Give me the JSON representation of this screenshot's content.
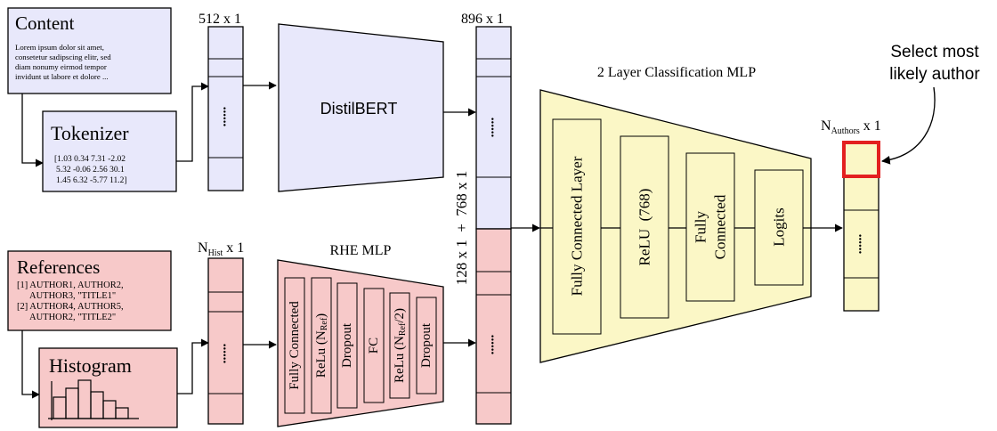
{
  "colors": {
    "blue_fill": "#e8e8fb",
    "red_fill": "#f7c9c9",
    "yellow_fill": "#fbf7c6",
    "highlight": "#e32020",
    "stroke": "#000000"
  },
  "content_box": {
    "title": "Content",
    "lines": [
      "Lorem ipsum dolor sit amet,",
      "consetetur sadipscing elitr, sed",
      "diam nonumy eirmod tempor",
      "invidunt ut labore et dolore ..."
    ]
  },
  "tokenizer_box": {
    "title": "Tokenizer",
    "lines": [
      "[1.03 0.34 7.31 -2.02",
      "5.32 -0.06 2.56 30.1",
      "1.45 6.32 -5.77 11.2]"
    ]
  },
  "references_box": {
    "title": "References",
    "lines": [
      "[1] AUTHOR1, AUTHOR2,",
      "AUTHOR3, \"TITLE1\"",
      "[2] AUTHOR4, AUTHOR5,",
      "AUTHOR2, \"TITLE2\""
    ]
  },
  "histogram_box": {
    "title": "Histogram"
  },
  "vector_labels": {
    "token_vector": "512 x 1",
    "concat_vector": "896 x 1",
    "concat_side": "128 x 1  +  768 x 1",
    "hist_vector_main": "N",
    "hist_vector_sub": "Hist",
    "hist_vector_tail": " x 1",
    "output_vector_main": "N",
    "output_vector_sub": "Authors",
    "output_vector_tail": " x 1",
    "ellipsis": "......"
  },
  "distilbert": {
    "label": "DistilBERT"
  },
  "rhe_mlp": {
    "title": "RHE MLP",
    "layers": [
      {
        "main": "Fully Connected",
        "sub": "",
        "tail": ""
      },
      {
        "main": "ReLu (N",
        "sub": "Ref",
        "tail": ")"
      },
      {
        "main": "Dropout",
        "sub": "",
        "tail": ""
      },
      {
        "main": "FC",
        "sub": "",
        "tail": ""
      },
      {
        "main": "ReLu (N",
        "sub": "Ref",
        "tail": "/2)"
      },
      {
        "main": "Dropout",
        "sub": "",
        "tail": ""
      }
    ]
  },
  "classification_mlp": {
    "title": "2 Layer Classification MLP",
    "layers": [
      {
        "line1": "Fully Connected Layer",
        "line2": ""
      },
      {
        "line1": "ReLU  (768)",
        "line2": ""
      },
      {
        "line1": "Fully",
        "line2": "Connected"
      },
      {
        "line1": "Logits",
        "line2": ""
      }
    ]
  },
  "annotation": {
    "line1": "Select most",
    "line2": "likely author"
  }
}
